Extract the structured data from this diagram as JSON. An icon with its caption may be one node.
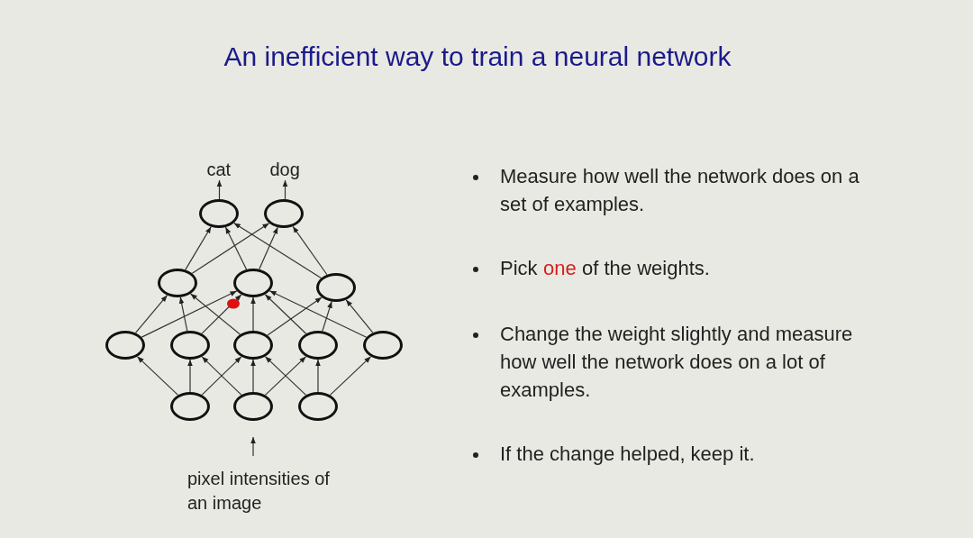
{
  "diagram": {
    "title": "An inefficient way to train a neural network",
    "nodes": [
      {
        "text": [
          "cat"
        ]
      },
      {
        "text": [
          "dog"
        ]
      },
      {
        "text": [],
        "shape": "circle"
      },
      {
        "text": [],
        "shape": "circle"
      },
      {
        "text": [],
        "shape": "circle"
      },
      {
        "text": [],
        "shape": "circle"
      },
      {
        "text": [],
        "shape": "circle"
      },
      {
        "text": [],
        "shape": "circle"
      },
      {
        "text": [],
        "shape": "circle"
      },
      {
        "text": [],
        "shape": "circle"
      },
      {
        "text": [],
        "shape": "circle"
      },
      {
        "text": [],
        "shape": "circle"
      },
      {
        "text": [],
        "shape": "circle"
      },
      {
        "text": [],
        "shape": "circle"
      },
      {
        "text": [],
        "shape": "circle"
      },
      {
        "text": [
          "pixel intensities of an image"
        ]
      }
    ],
    "edges": [
      {
        "from": 2,
        "to": 0,
        "arrow": "to"
      },
      {
        "from": 3,
        "to": 1,
        "arrow": "to"
      },
      {
        "from": 4,
        "to": 2,
        "arrow": "to"
      },
      {
        "from": 4,
        "to": 3,
        "arrow": "to"
      },
      {
        "from": 5,
        "to": 2,
        "arrow": "to"
      },
      {
        "from": 5,
        "to": 3,
        "arrow": "to"
      },
      {
        "from": 6,
        "to": 2,
        "arrow": "to"
      },
      {
        "from": 6,
        "to": 3,
        "arrow": "to"
      },
      {
        "from": 7,
        "to": 4,
        "arrow": "to"
      },
      {
        "from": 7,
        "to": 5,
        "arrow": "to"
      },
      {
        "from": 8,
        "to": 4,
        "arrow": "to"
      },
      {
        "from": 8,
        "to": 5,
        "arrow": "to"
      },
      {
        "from": 9,
        "to": 4,
        "arrow": "to"
      },
      {
        "from": 9,
        "to": 5,
        "arrow": "to"
      },
      {
        "from": 9,
        "to": 6,
        "arrow": "to"
      },
      {
        "from": 10,
        "to": 5,
        "arrow": "to"
      },
      {
        "from": 10,
        "to": 6,
        "arrow": "to"
      },
      {
        "from": 11,
        "to": 5,
        "arrow": "to"
      },
      {
        "from": 11,
        "to": 6,
        "arrow": "to"
      },
      {
        "from": 12,
        "to": 7,
        "arrow": "to"
      },
      {
        "from": 12,
        "to": 8,
        "arrow": "to"
      },
      {
        "from": 12,
        "to": 9,
        "arrow": "to"
      },
      {
        "from": 13,
        "to": 8,
        "arrow": "to"
      },
      {
        "from": 13,
        "to": 9,
        "arrow": "to"
      },
      {
        "from": 13,
        "to": 10,
        "arrow": "to"
      },
      {
        "from": 14,
        "to": 9,
        "arrow": "to"
      },
      {
        "from": 14,
        "to": 10,
        "arrow": "to"
      },
      {
        "from": 14,
        "to": 11,
        "arrow": "to"
      },
      {
        "from": 15,
        "to": 13,
        "arrow": "to"
      }
    ],
    "labels": [
      "Measure how well the network does on a set of examples.",
      "Pick",
      "one",
      "of the weights.",
      "Change the weight slightly and measure how well the network does on a lot of examples.",
      "If the change helped, keep it."
    ]
  }
}
